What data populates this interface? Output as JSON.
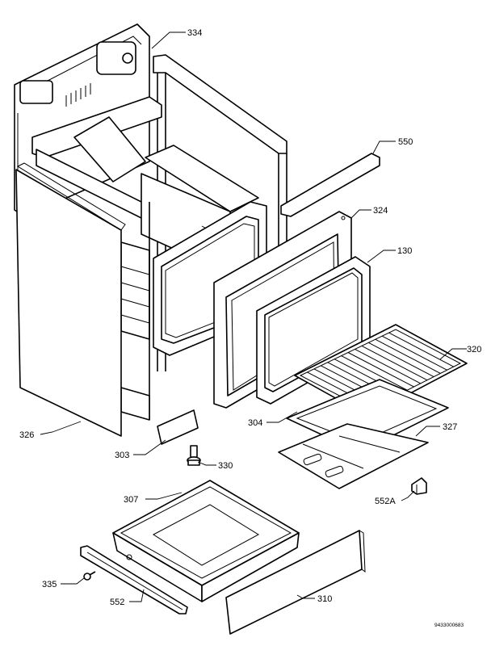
{
  "labels": {
    "p334": "334",
    "p550": "550",
    "p324": "324",
    "p130": "130",
    "p320": "320",
    "p326": "326",
    "p304": "304",
    "p327": "327",
    "p303": "303",
    "p330": "330",
    "p552a": "552A",
    "p307": "307",
    "p335": "335",
    "p552": "552",
    "p310": "310"
  },
  "drawing_code": "9433000683"
}
